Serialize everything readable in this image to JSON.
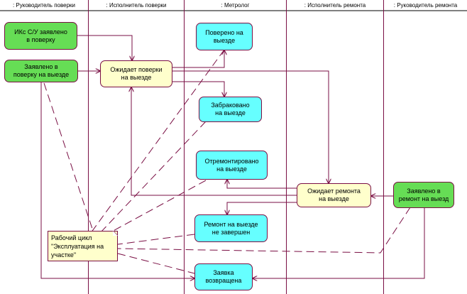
{
  "lanes": [
    ": Руководитель поверки",
    ": Исполнитель поверки",
    ": Метролог",
    ": Исполнитель ремонта",
    ": Руководитель ремонта"
  ],
  "nodes": {
    "ik_submitted": "ИКс С/У заявлено\nв поверку",
    "submitted_onsite": "Заявлено в\nповерку на выезде",
    "awaiting_verification": "Ожидает поверки\nна выезде",
    "verified_onsite": "Поверено на\nвыезде",
    "rejected_onsite": "Забраковано\nна выезде",
    "repaired_onsite": "Отремонтировано\nна выезде",
    "awaiting_repair": "Ожидает ремонта\nна выезде",
    "submitted_repair": "Заявлено в\nремонт на выезд",
    "repair_incomplete": "Ремонт на выезде\nне завершен",
    "request_returned": "Заявка\nвозвращена"
  },
  "note": "Рабочий цикл\n\"Эксплуатация на\nучастке\"",
  "colors": {
    "line": "#7a0f44",
    "green": "#66dd55",
    "cyan": "#66ffff",
    "yellow": "#ffffcc"
  }
}
